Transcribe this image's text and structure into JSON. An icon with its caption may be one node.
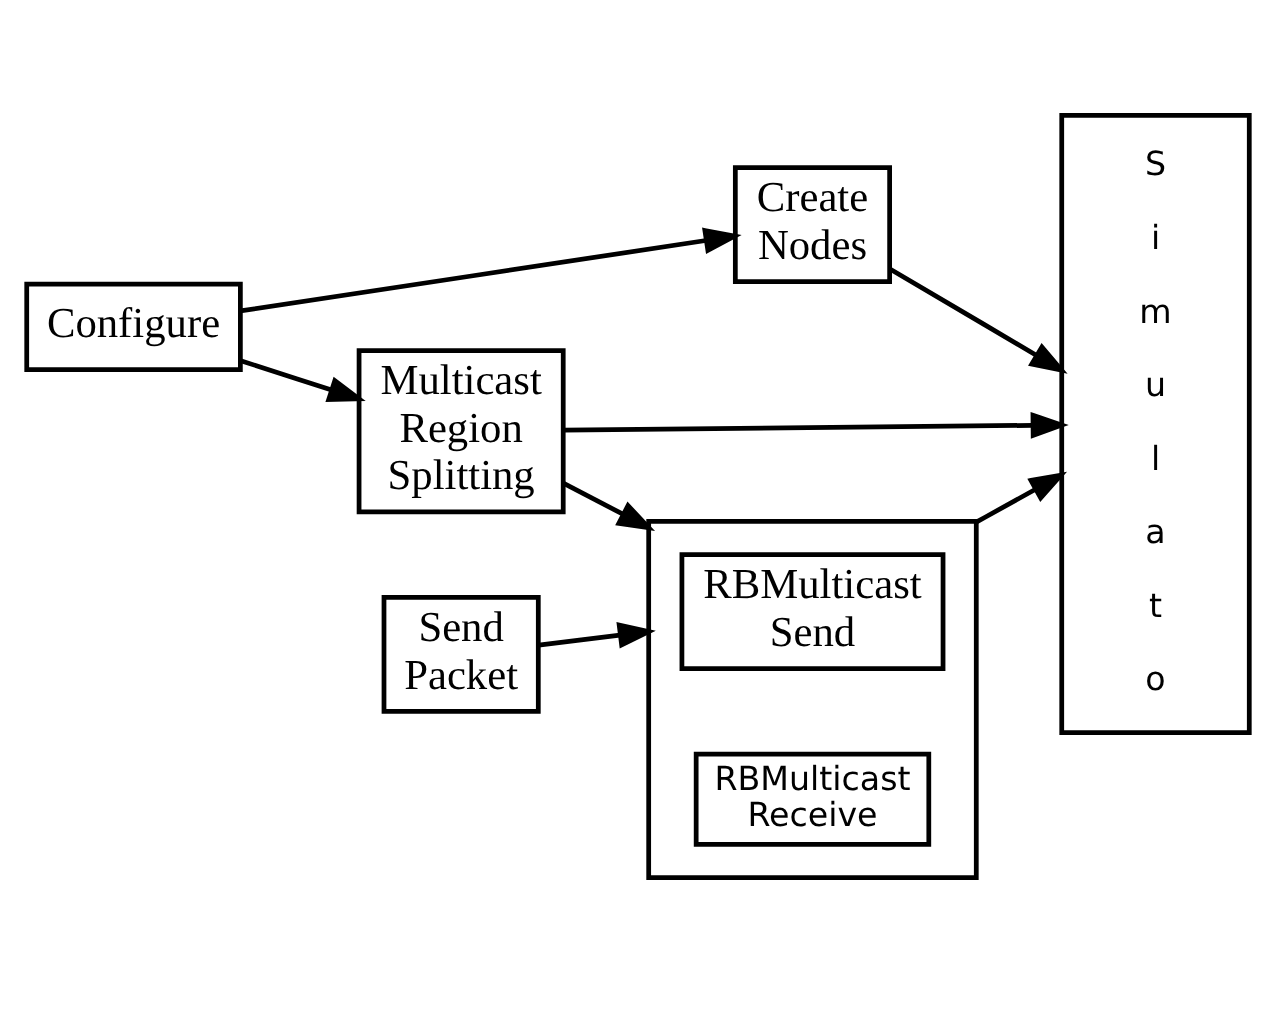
{
  "diagram": {
    "nodes": [
      {
        "text": [
          "Configure"
        ]
      },
      {
        "text": [
          "Create Nodes"
        ]
      },
      {
        "text": [
          "S i m u l a t o"
        ]
      },
      {
        "text": [
          "Multicast Region Splitting"
        ]
      },
      {
        "text": [],
        "shape": "box"
      },
      {
        "text": [
          "RBMulticast Send"
        ],
        "in": 4
      },
      {
        "text": [
          "RBMulticast Receive"
        ],
        "in": 4
      },
      {
        "text": [
          "Send Packet"
        ]
      }
    ],
    "edges": [
      {
        "from": 0,
        "to": 1,
        "arrow": "to"
      },
      {
        "from": 1,
        "to": 2,
        "arrow": "to"
      },
      {
        "from": 0,
        "to": 3,
        "arrow": "to"
      },
      {
        "from": 3,
        "to": 2,
        "arrow": "to"
      },
      {
        "from": 3,
        "to": 4,
        "arrow": "to"
      },
      {
        "from": 7,
        "to": 4,
        "arrow": "to"
      },
      {
        "from": 4,
        "to": 2,
        "arrow": "to"
      }
    ]
  }
}
